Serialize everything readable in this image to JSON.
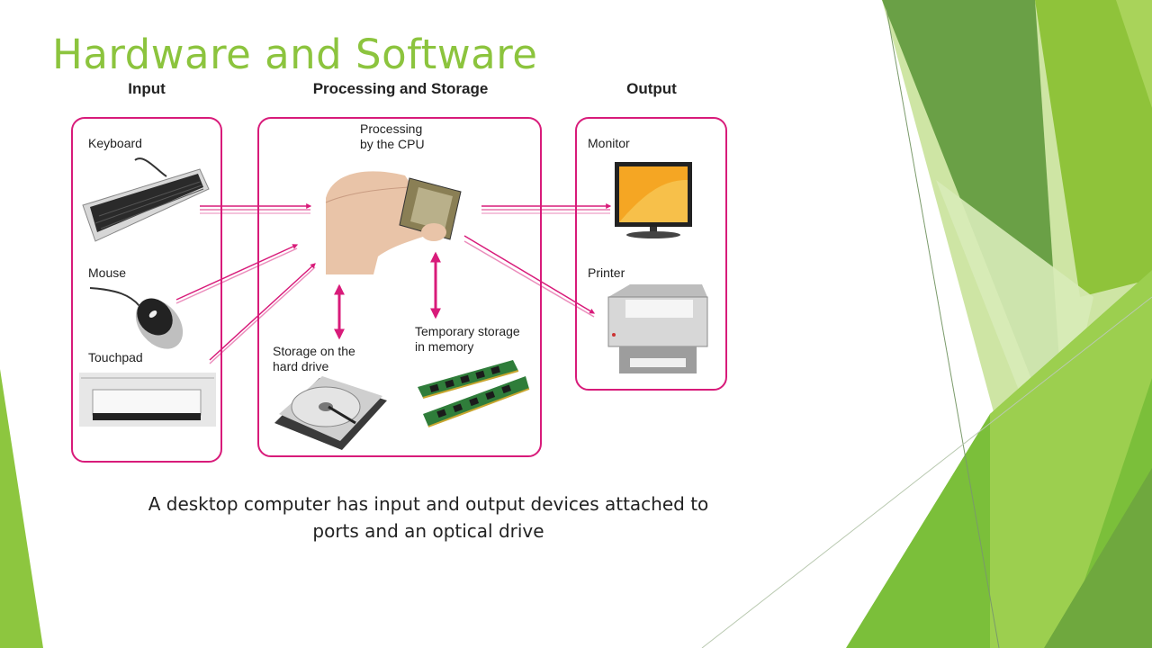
{
  "slide": {
    "title": "Hardware and Software",
    "caption": "A desktop computer has input and output devices attached to ports and an optical drive"
  },
  "diagram": {
    "columns": {
      "input": "Input",
      "processing": "Processing and Storage",
      "output": "Output"
    },
    "input_devices": [
      "Keyboard",
      "Mouse",
      "Touchpad"
    ],
    "processing": {
      "cpu_line1": "Processing",
      "cpu_line2": "by the CPU",
      "hdd_line1": "Storage on the",
      "hdd_line2": "hard drive",
      "ram_line1": "Temporary storage",
      "ram_line2": "in memory"
    },
    "output_devices": [
      "Monitor",
      "Printer"
    ]
  },
  "colors": {
    "accent_green": "#8cc43e",
    "arrow_magenta": "#d81b7a"
  }
}
